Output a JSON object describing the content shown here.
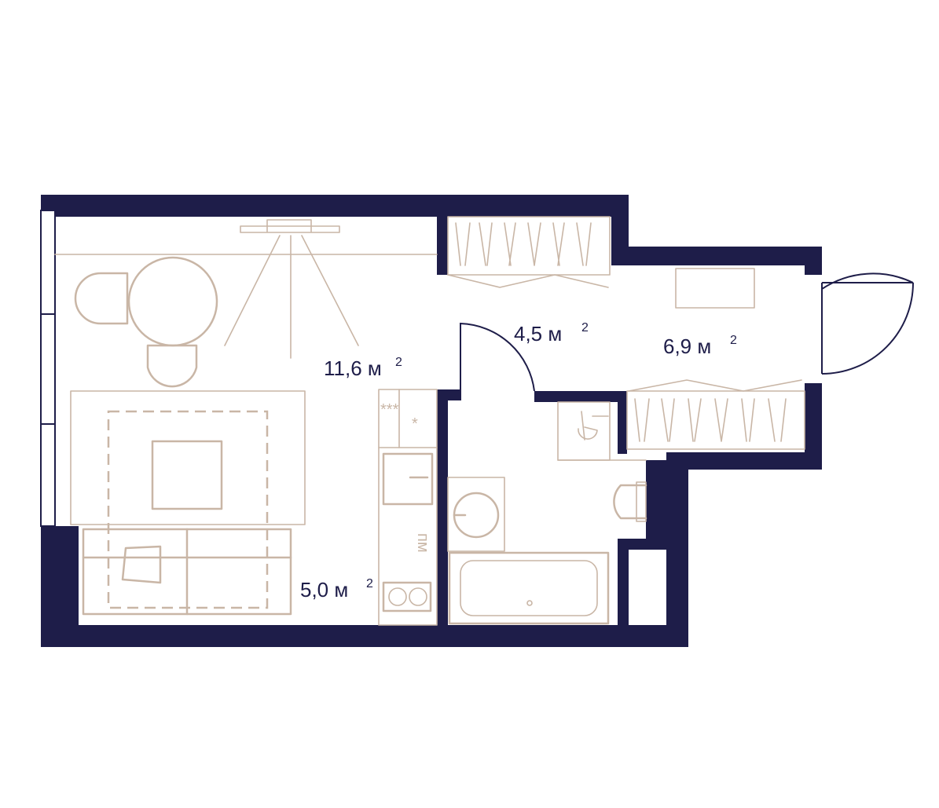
{
  "rooms": [
    {
      "area": "11,6",
      "unit": "м",
      "power": "2"
    },
    {
      "area": "4,5",
      "unit": "м",
      "power": "2"
    },
    {
      "area": "6,9",
      "unit": "м",
      "power": "2"
    },
    {
      "area": "5,0",
      "unit": "м",
      "power": "2"
    }
  ],
  "appliance": {
    "dishwasher": "пм"
  },
  "colors": {
    "wall": "#1e1d49",
    "furniture": "#c9b6a6",
    "background": "#ffffff"
  }
}
